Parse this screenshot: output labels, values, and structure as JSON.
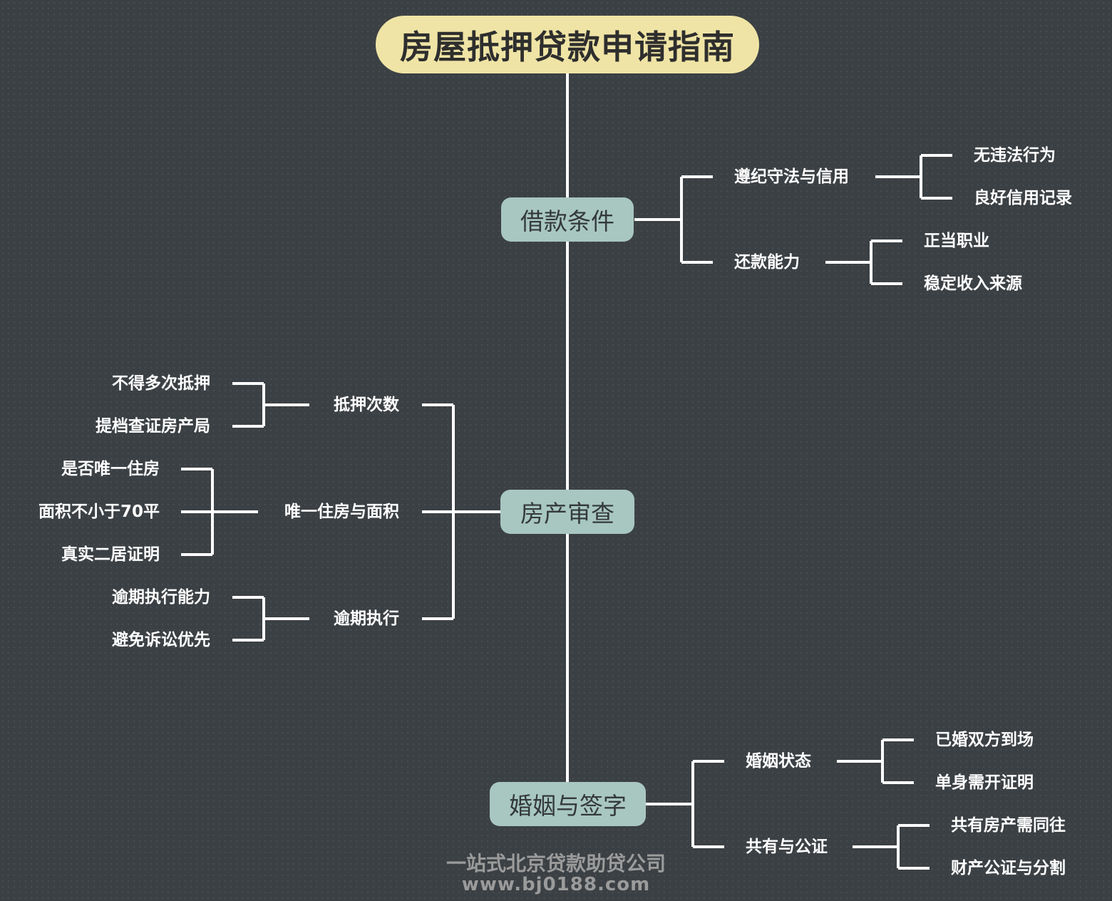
{
  "title": "房屋抵押贷款申请指南",
  "branches": {
    "loan_conditions": {
      "label": "借款条件",
      "children": [
        {
          "label": "遵纪守法与信用",
          "items": [
            "无违法行为",
            "良好信用记录"
          ]
        },
        {
          "label": "还款能力",
          "items": [
            "正当职业",
            "稳定收入来源"
          ]
        }
      ]
    },
    "property_review": {
      "label": "房产审查",
      "children": [
        {
          "label": "抵押次数",
          "items": [
            "不得多次抵押",
            "提档查证房产局"
          ]
        },
        {
          "label": "唯一住房与面积",
          "items": [
            "是否唯一住房",
            "面积不小于70平",
            "真实二居证明"
          ]
        },
        {
          "label": "逾期执行",
          "items": [
            "逾期执行能力",
            "避免诉讼优先"
          ]
        }
      ]
    },
    "marriage_signing": {
      "label": "婚姻与签字",
      "children": [
        {
          "label": "婚姻状态",
          "items": [
            "已婚双方到场",
            "单身需开证明"
          ]
        },
        {
          "label": "共有与公证",
          "items": [
            "共有房产需同往",
            "财产公证与分割"
          ]
        }
      ]
    }
  },
  "footer": {
    "company": "一站式北京贷款助贷公司",
    "website": "www.bj0188.com"
  },
  "colors": {
    "background": "#3b4044",
    "title_bg": "#efe4a5",
    "branch_bg": "#a8c7c0",
    "connector": "#ffffff",
    "leaf_text": "#ffffff",
    "footer_text": "#9b9b9b"
  }
}
